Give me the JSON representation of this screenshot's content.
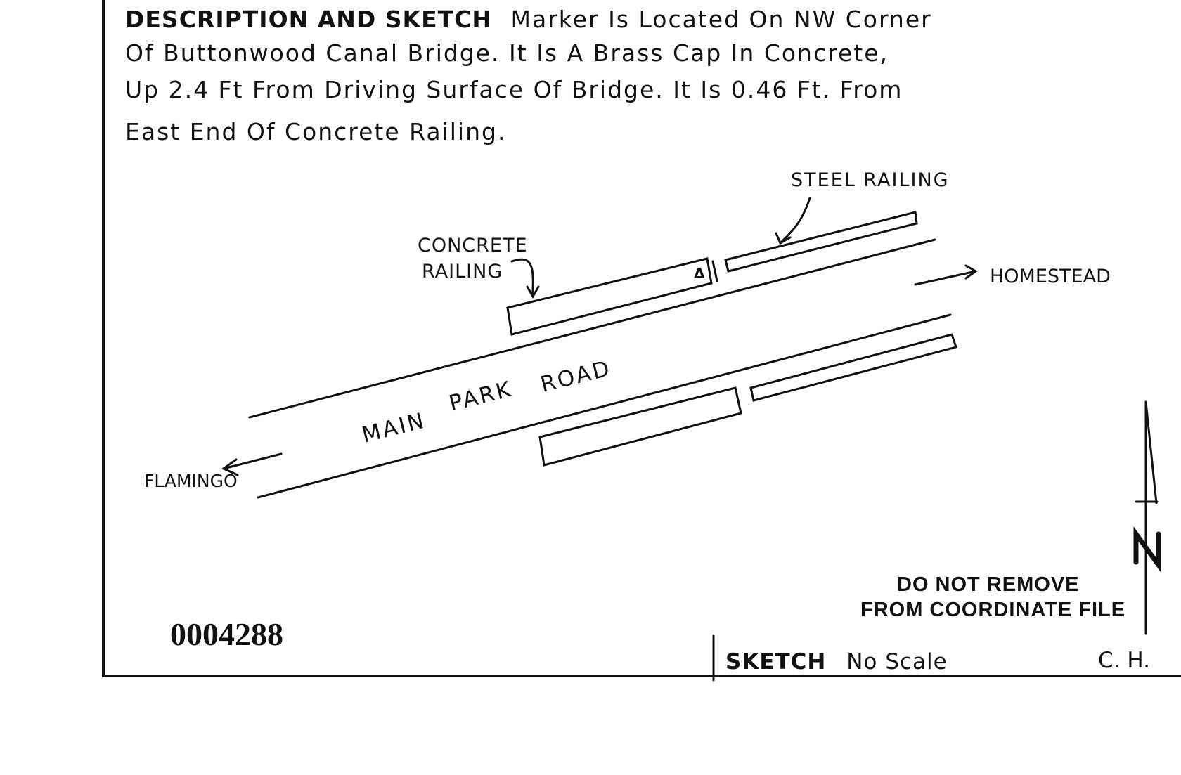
{
  "description": {
    "heading": "DESCRIPTION AND SKETCH",
    "lines": [
      "Marker Is Located On NW Corner",
      "Of Buttonwood Canal Bridge. It Is A Brass Cap In Concrete,",
      "Up 2.4 Ft From Driving Surface Of Bridge. It Is 0.46 Ft. From",
      "East End Of Concrete Railing."
    ]
  },
  "sketch": {
    "steel_railing_label": "STEEL RAILING",
    "concrete_railing_label_1": "CONCRETE",
    "concrete_railing_label_2": "RAILING",
    "homestead_label": "HOMESTEAD",
    "flamingo_label": "FLAMINGO",
    "road_label_1": "MAIN",
    "road_label_2": "PARK",
    "road_label_3": "ROAD",
    "marker_symbol": "Δ",
    "north_label": "N"
  },
  "notice": {
    "line1": "DO NOT REMOVE",
    "line2": "FROM COORDINATE FILE"
  },
  "file_number": "0004288",
  "footer": {
    "sketch_label": "SKETCH",
    "scale_label": "No Scale",
    "initials": "C. H."
  }
}
